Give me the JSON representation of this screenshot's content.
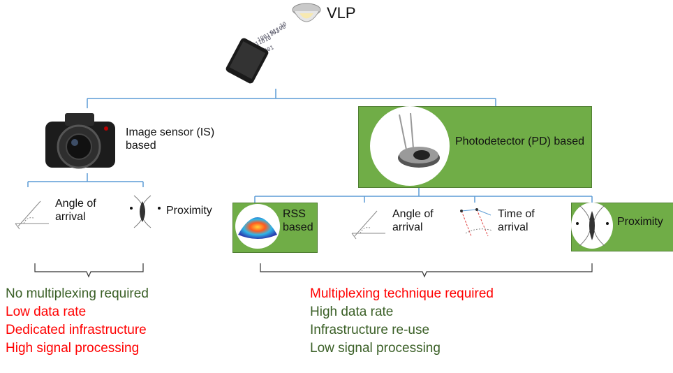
{
  "colors": {
    "accent_green": "#70ad47",
    "connector_blue": "#5b9bd5",
    "advantage": "#3a5f26",
    "disadvantage": "#ff0000"
  },
  "root": {
    "label": "VLP",
    "icons": [
      "lamp-icon",
      "smartphone-icon",
      "binary-data-icon"
    ]
  },
  "is_branch": {
    "label": "Image sensor (IS) based",
    "icon": "camera-icon",
    "methods": [
      {
        "label": "Angle of arrival",
        "icon": "angle-diagram-icon"
      },
      {
        "label": "Proximity",
        "icon": "proximity-diagram-icon"
      }
    ],
    "properties": [
      {
        "text": "No multiplexing required",
        "type": "advantage"
      },
      {
        "text": "Low data rate",
        "type": "disadvantage"
      },
      {
        "text": "Dedicated infrastructure",
        "type": "disadvantage"
      },
      {
        "text": "High signal processing",
        "type": "disadvantage"
      }
    ]
  },
  "pd_branch": {
    "label": "Photodetector (PD) based",
    "icon": "photodiode-icon",
    "methods": [
      {
        "label": "RSS based",
        "icon": "rss-surface-icon",
        "highlighted": true
      },
      {
        "label": "Angle of arrival",
        "icon": "angle-diagram-icon",
        "highlighted": false
      },
      {
        "label": "Time of arrival",
        "icon": "time-diagram-icon",
        "highlighted": false
      },
      {
        "label": "Proximity",
        "icon": "proximity-diagram-icon",
        "highlighted": true
      }
    ],
    "properties": [
      {
        "text": "Multiplexing technique required",
        "type": "disadvantage"
      },
      {
        "text": "High data rate",
        "type": "advantage"
      },
      {
        "text": "Infrastructure re-use",
        "type": "advantage"
      },
      {
        "text": "Low signal processing",
        "type": "advantage"
      }
    ]
  }
}
